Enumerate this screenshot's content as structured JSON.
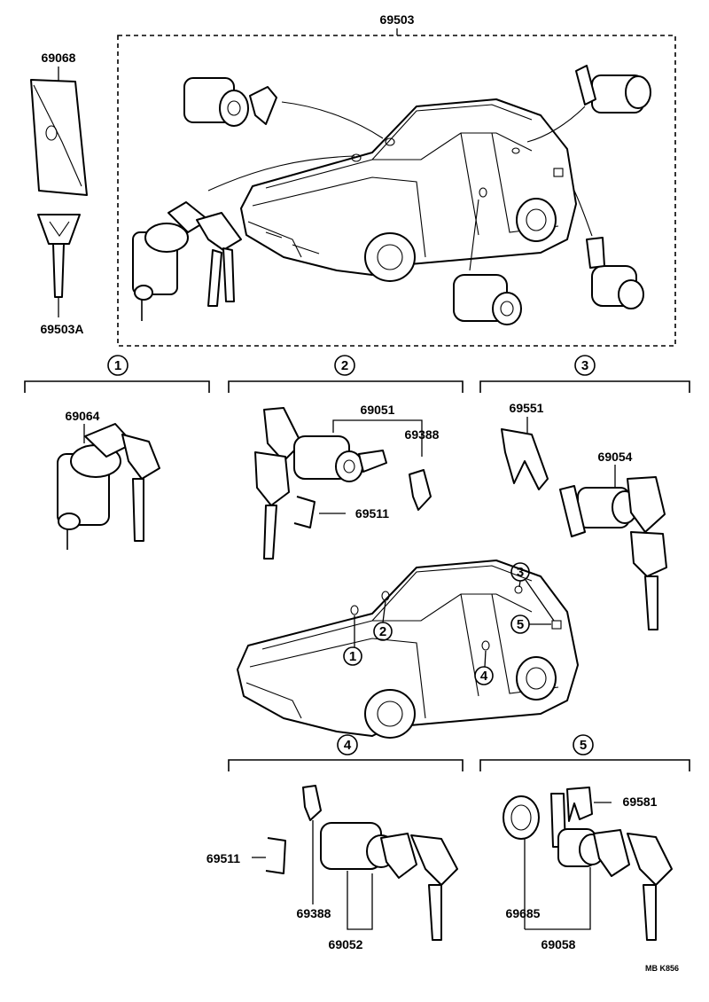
{
  "labels": {
    "p69503": "69503",
    "p69068": "69068",
    "p69503a": "69503A",
    "p69064": "69064",
    "p69051": "69051",
    "p69388_top": "69388",
    "p69511_top": "69511",
    "p69551": "69551",
    "p69054": "69054",
    "p69511_bottom": "69511",
    "p69388_bottom": "69388",
    "p69052": "69052",
    "p69581": "69581",
    "p69685": "69685",
    "p69058": "69058",
    "drawing_code": "MB K856"
  },
  "groups": {
    "g1": "1",
    "g2": "2",
    "g3": "3",
    "g4": "4",
    "g5": "5"
  },
  "car_callouts": {
    "c1": "1",
    "c2": "2",
    "c3": "3",
    "c4": "4",
    "c5": "5"
  }
}
